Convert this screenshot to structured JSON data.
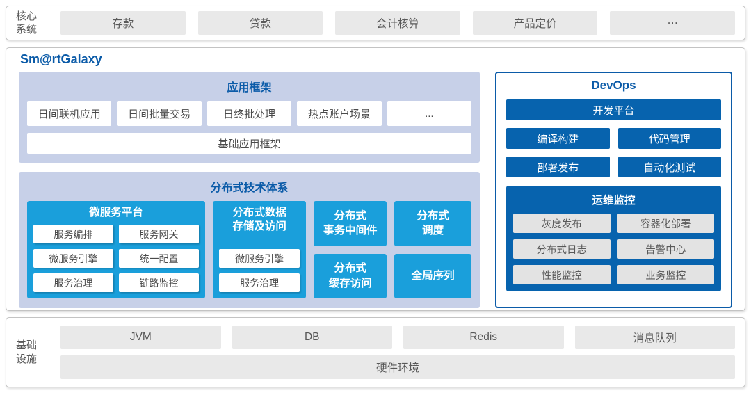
{
  "colors": {
    "blue": "#0b5ba8",
    "bluefill": "#0763ae",
    "cyan": "#1a9fdb",
    "lavender": "#c7d0e8",
    "graybox": "#e9e9e9",
    "border": "#c3c3c3"
  },
  "core_systems": {
    "label": "核心\n系统",
    "items": [
      "存款",
      "贷款",
      "会计核算",
      "产品定价",
      "⋯"
    ]
  },
  "platform": {
    "title": "Sm@rtGalaxy",
    "app_framework": {
      "title": "应用框架",
      "items": [
        "日间联机应用",
        "日间批量交易",
        "日终批处理",
        "热点账户场景",
        "..."
      ],
      "base_item": "基础应用框架"
    },
    "distributed": {
      "title": "分布式技术体系",
      "microservice_platform": {
        "title": "微服务平台",
        "items": [
          "服务编排",
          "服务网关",
          "微服务引擎",
          "统一配置",
          "服务治理",
          "链路监控"
        ]
      },
      "data_storage": {
        "title": "分布式数据\n存储及访问",
        "items": [
          "微服务引擎",
          "服务治理"
        ]
      },
      "middleware_cells": [
        "分布式\n事务中间件",
        "分布式\n缓存访问"
      ],
      "schedule_cells": [
        "分布式\n调度",
        "全局序列"
      ]
    },
    "devops": {
      "title": "DevOps",
      "dev_platform": "开发平台",
      "tools": [
        "编译构建",
        "代码管理",
        "部署发布",
        "自动化测试"
      ],
      "ops_monitor": {
        "title": "运维监控",
        "items": [
          "灰度发布",
          "容器化部署",
          "分布式日志",
          "告警中心",
          "性能监控",
          "业务监控"
        ]
      }
    }
  },
  "infrastructure": {
    "label": "基础\n设施",
    "items": [
      "JVM",
      "DB",
      "Redis",
      "消息队列"
    ],
    "base_item": "硬件环境"
  }
}
